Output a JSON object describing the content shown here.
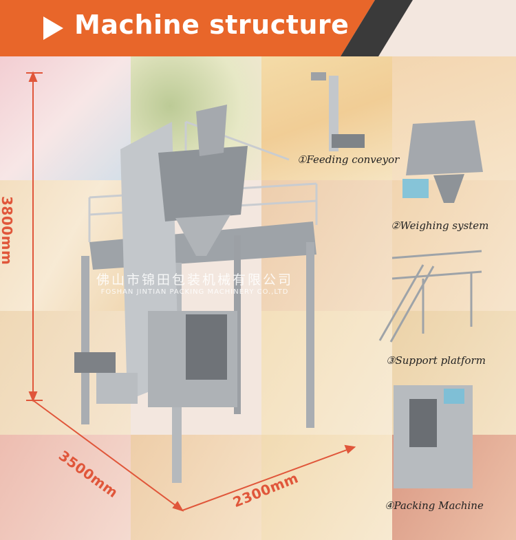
{
  "banner": {
    "title": "Machine structure"
  },
  "dimensions": {
    "height": "3800mm",
    "length": "3500mm",
    "width": "2300mm"
  },
  "watermark": {
    "cn": "佛山市锦田包装机械有限公司",
    "en": "FOSHAN JINTIAN PACKING MACHINERY CO.,LTD"
  },
  "components": [
    {
      "label": "①Feeding conveyor"
    },
    {
      "label": "②Weighing system"
    },
    {
      "label": "③Support platform"
    },
    {
      "label": "④Packing Machine"
    }
  ],
  "colors": {
    "banner_orange": "#e8662a",
    "banner_dark": "#3a3a3a",
    "dim_red": "#e0563a",
    "steel": "#b8bcc0"
  },
  "icons": [
    "play-triangle-icon"
  ]
}
